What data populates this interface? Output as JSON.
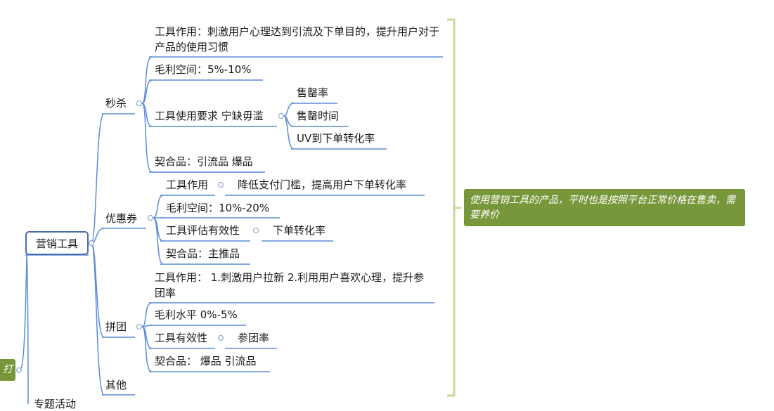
{
  "root": {
    "label": "营销工具"
  },
  "left_node": {
    "label": "打"
  },
  "bottom_cut": {
    "label": "专题活动"
  },
  "note": {
    "text": "使用营销工具的产品，平时也是按照平台正常价格在售卖，需要养价"
  },
  "branches": {
    "miaosha": {
      "label": "秒杀",
      "effect": "工具作用：刺激用户心理达到引流及下单目的，提升用户对于产品的使用习惯",
      "margin": "毛利空间：5%-10%",
      "requirement": "工具使用要求 宁缺毋滥",
      "req_items": [
        "售罄率",
        "售罄时间",
        "UV到下单转化率"
      ],
      "match": "契合品：引流品 爆品"
    },
    "youhuiquan": {
      "label": "优惠券",
      "effect": "工具作用",
      "effect_detail": "降低支付门槛，提高用户下单转化率",
      "margin": "毛利空间：10%-20%",
      "eval": "工具评估有效性",
      "eval_detail": "下单转化率",
      "match": "契合品：主推品"
    },
    "pintuan": {
      "label": "拼团",
      "effect": "工具作用： 1.刺激用户拉新 2.利用用户喜欢心理，提升参团率",
      "margin": "毛利水平 0%-5%",
      "eval": "工具有效性",
      "eval_detail": "参团率",
      "match": "契合品： 爆品 引流品"
    },
    "other": {
      "label": "其他"
    }
  },
  "colors": {
    "line": "#5b8cd6",
    "accent": "#78963a",
    "bracket": "#c5dc9a",
    "root_border": "#4a6ea8"
  }
}
